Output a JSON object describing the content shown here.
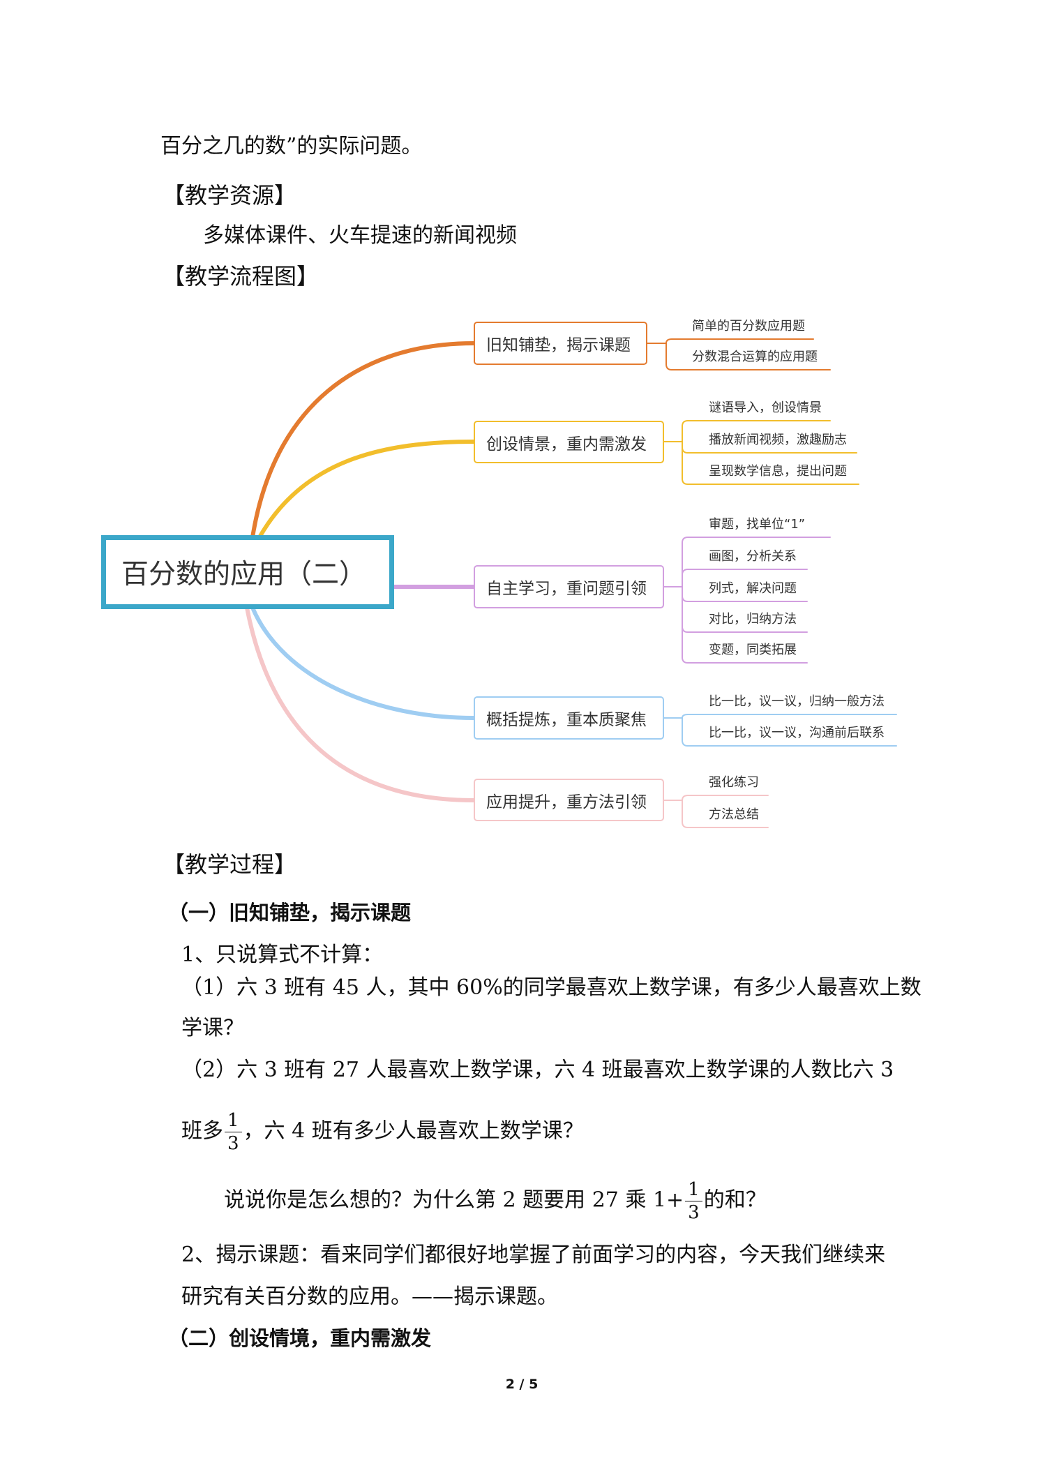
{
  "document": {
    "continued_line": "百分之几的数”的实际问题。",
    "resources_heading": "【教学资源】",
    "resources_text": "多媒体课件、火车提速的新闻视频",
    "flowchart_heading": "【教学流程图】",
    "process_heading": "【教学过程】",
    "page_number": "2 / 5"
  },
  "mindmap": {
    "center": "百分数的应用（二）",
    "center_color": "#3ba7c9",
    "branches": [
      {
        "label": "旧知铺垫，揭示课题",
        "color": "#e47b2f",
        "leaves": [
          "简单的百分数应用题",
          "分数混合运算的应用题"
        ]
      },
      {
        "label": "创设情景，重内需激发",
        "color": "#f2be2c",
        "leaves": [
          "谜语导入，创设情景",
          "播放新闻视频，激趣励志",
          "呈现数学信息，提出问题"
        ]
      },
      {
        "label": "自主学习，重问题引领",
        "color": "#d29fe0",
        "leaves": [
          "审题，找单位“1”",
          "画图，分析关系",
          "列式，解决问题",
          "对比，归纳方法",
          "变题，同类拓展"
        ]
      },
      {
        "label": "概括提炼，重本质聚焦",
        "color": "#9fcdf2",
        "leaves": [
          "比一比，议一议，归纳一般方法",
          "比一比，议一议，沟通前后联系"
        ]
      },
      {
        "label": "应用提升，重方法引领",
        "color": "#f5c6c8",
        "leaves": [
          "强化练习",
          "方法总结"
        ]
      }
    ]
  },
  "process": {
    "part1_title": "（一）旧知铺垫，揭示课题",
    "item1_title": "1、只说算式不计算：",
    "q1_line1": "（1）六 3 班有 45 人，其中 60%的同学最喜欢上数学课，有多少人最喜欢上数",
    "q1_line2": "学课？",
    "q2_line1": "（2）六 3 班有 27 人最喜欢上数学课，六 4 班最喜欢上数学课的人数比六 3",
    "q2_line2": {
      "before": "班多",
      "frac_num": "1",
      "frac_den": "3",
      "after": "，六 4 班有多少人最喜欢上数学课？"
    },
    "discussion": {
      "before": "说说你是怎么想的？为什么第 2 题要用 27 乘 1+",
      "frac_num": "1",
      "frac_den": "3",
      "after": "的和？"
    },
    "item2_line1": "2、揭示课题：看来同学们都很好地掌握了前面学习的内容，今天我们继续来",
    "item2_line2": "研究有关百分数的应用。——揭示课题。",
    "part2_title": "（二）创设情境，重内需激发"
  }
}
